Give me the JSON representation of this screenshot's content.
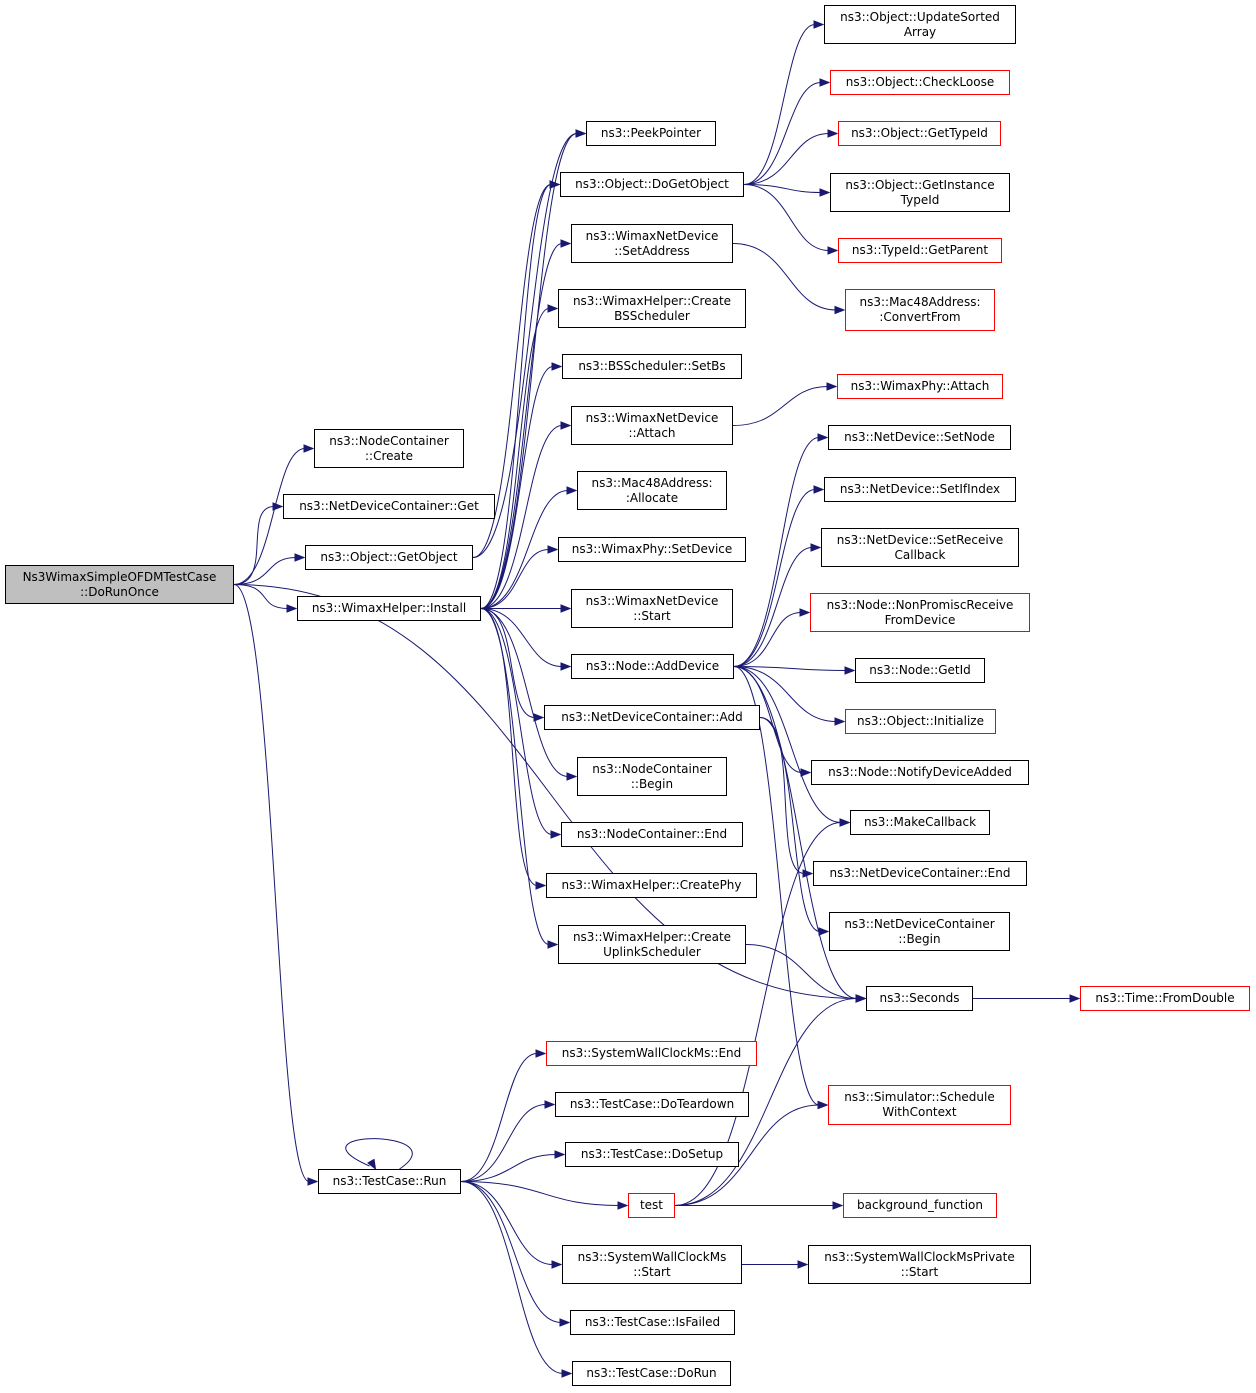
{
  "colors": {
    "edge": "#191970",
    "root_fill": "#bfbfbf",
    "node_border": "#000000",
    "external_border": "#ff0000"
  },
  "nodes": {
    "root": {
      "lines": [
        "Ns3WimaxSimpleOFDMTestCase",
        "::DoRunOnce"
      ],
      "kind": "root"
    },
    "nc_create": {
      "lines": [
        "ns3::NodeContainer",
        "::Create"
      ],
      "kind": "normal"
    },
    "ndc_get": {
      "lines": [
        "ns3::NetDeviceContainer::Get"
      ],
      "kind": "normal"
    },
    "obj_getobject": {
      "lines": [
        "ns3::Object::GetObject"
      ],
      "kind": "normal"
    },
    "wh_install": {
      "lines": [
        "ns3::WimaxHelper::Install"
      ],
      "kind": "normal"
    },
    "tc_run": {
      "lines": [
        "ns3::TestCase::Run"
      ],
      "kind": "normal"
    },
    "peekpointer": {
      "lines": [
        "ns3::PeekPointer"
      ],
      "kind": "normal"
    },
    "obj_dogetobject": {
      "lines": [
        "ns3::Object::DoGetObject"
      ],
      "kind": "normal"
    },
    "wnd_setaddress": {
      "lines": [
        "ns3::WimaxNetDevice",
        "::SetAddress"
      ],
      "kind": "normal"
    },
    "wh_createbs": {
      "lines": [
        "ns3::WimaxHelper::Create",
        "BSScheduler"
      ],
      "kind": "normal"
    },
    "bss_setbs": {
      "lines": [
        "ns3::BSScheduler::SetBs"
      ],
      "kind": "normal"
    },
    "wnd_attach": {
      "lines": [
        "ns3::WimaxNetDevice",
        "::Attach"
      ],
      "kind": "normal"
    },
    "mac_allocate": {
      "lines": [
        "ns3::Mac48Address:",
        ":Allocate"
      ],
      "kind": "normal"
    },
    "wphy_setdevice": {
      "lines": [
        "ns3::WimaxPhy::SetDevice"
      ],
      "kind": "normal"
    },
    "wnd_start": {
      "lines": [
        "ns3::WimaxNetDevice",
        "::Start"
      ],
      "kind": "normal"
    },
    "node_adddevice": {
      "lines": [
        "ns3::Node::AddDevice"
      ],
      "kind": "normal"
    },
    "ndc_add": {
      "lines": [
        "ns3::NetDeviceContainer::Add"
      ],
      "kind": "normal"
    },
    "nc_begin": {
      "lines": [
        "ns3::NodeContainer",
        "::Begin"
      ],
      "kind": "normal"
    },
    "nc_end": {
      "lines": [
        "ns3::NodeContainer::End"
      ],
      "kind": "normal"
    },
    "wh_createphy": {
      "lines": [
        "ns3::WimaxHelper::CreatePhy"
      ],
      "kind": "normal"
    },
    "wh_createul": {
      "lines": [
        "ns3::WimaxHelper::Create",
        "UplinkScheduler"
      ],
      "kind": "normal"
    },
    "swc_end": {
      "lines": [
        "ns3::SystemWallClockMs::End"
      ],
      "kind": "external"
    },
    "tc_doteardown": {
      "lines": [
        "ns3::TestCase::DoTeardown"
      ],
      "kind": "normal"
    },
    "tc_dosetup": {
      "lines": [
        "ns3::TestCase::DoSetup"
      ],
      "kind": "normal"
    },
    "test": {
      "lines": [
        "test"
      ],
      "kind": "external"
    },
    "swc_start": {
      "lines": [
        "ns3::SystemWallClockMs",
        "::Start"
      ],
      "kind": "normal"
    },
    "tc_isfailed": {
      "lines": [
        "ns3::TestCase::IsFailed"
      ],
      "kind": "normal"
    },
    "tc_dorun": {
      "lines": [
        "ns3::TestCase::DoRun"
      ],
      "kind": "normal"
    },
    "obj_updatesorted": {
      "lines": [
        "ns3::Object::UpdateSorted",
        "Array"
      ],
      "kind": "normal"
    },
    "obj_checkloose": {
      "lines": [
        "ns3::Object::CheckLoose"
      ],
      "kind": "external"
    },
    "obj_gettypeid": {
      "lines": [
        "ns3::Object::GetTypeId"
      ],
      "kind": "external"
    },
    "obj_getinstancetypeid": {
      "lines": [
        "ns3::Object::GetInstance",
        "TypeId"
      ],
      "kind": "normal"
    },
    "typeid_getparent": {
      "lines": [
        "ns3::TypeId::GetParent"
      ],
      "kind": "external"
    },
    "mac_convertfrom": {
      "lines": [
        "ns3::Mac48Address:",
        ":ConvertFrom"
      ],
      "kind": "external"
    },
    "wphy_attach": {
      "lines": [
        "ns3::WimaxPhy::Attach"
      ],
      "kind": "external"
    },
    "nd_setnode": {
      "lines": [
        "ns3::NetDevice::SetNode"
      ],
      "kind": "normal"
    },
    "nd_setifindex": {
      "lines": [
        "ns3::NetDevice::SetIfIndex"
      ],
      "kind": "normal"
    },
    "nd_setreceivecb": {
      "lines": [
        "ns3::NetDevice::SetReceive",
        "Callback"
      ],
      "kind": "normal"
    },
    "node_nonpromisc": {
      "lines": [
        "ns3::Node::NonPromiscReceive",
        "FromDevice"
      ],
      "kind": "external"
    },
    "node_getid": {
      "lines": [
        "ns3::Node::GetId"
      ],
      "kind": "normal"
    },
    "obj_initialize": {
      "lines": [
        "ns3::Object::Initialize"
      ],
      "kind": "external"
    },
    "node_notifydeviceadded": {
      "lines": [
        "ns3::Node::NotifyDeviceAdded"
      ],
      "kind": "normal"
    },
    "makecallback": {
      "lines": [
        "ns3::MakeCallback"
      ],
      "kind": "normal"
    },
    "ndc_end": {
      "lines": [
        "ns3::NetDeviceContainer::End"
      ],
      "kind": "normal"
    },
    "ndc_begin": {
      "lines": [
        "ns3::NetDeviceContainer",
        "::Begin"
      ],
      "kind": "normal"
    },
    "seconds": {
      "lines": [
        "ns3::Seconds"
      ],
      "kind": "normal"
    },
    "time_fromdouble": {
      "lines": [
        "ns3::Time::FromDouble"
      ],
      "kind": "external"
    },
    "sim_schedulewithcontext": {
      "lines": [
        "ns3::Simulator::Schedule",
        "WithContext"
      ],
      "kind": "external"
    },
    "background_function": {
      "lines": [
        "background_function"
      ],
      "kind": "external"
    },
    "swcp_start": {
      "lines": [
        "ns3::SystemWallClockMsPrivate",
        "::Start"
      ],
      "kind": "normal"
    }
  },
  "edges": [
    [
      "root",
      "nc_create"
    ],
    [
      "root",
      "ndc_get"
    ],
    [
      "root",
      "obj_getobject"
    ],
    [
      "root",
      "wh_install"
    ],
    [
      "root",
      "seconds"
    ],
    [
      "root",
      "tc_run"
    ],
    [
      "obj_getobject",
      "peekpointer"
    ],
    [
      "obj_getobject",
      "obj_dogetobject"
    ],
    [
      "wh_install",
      "peekpointer"
    ],
    [
      "wh_install",
      "obj_dogetobject"
    ],
    [
      "wh_install",
      "wnd_setaddress"
    ],
    [
      "wh_install",
      "wh_createbs"
    ],
    [
      "wh_install",
      "bss_setbs"
    ],
    [
      "wh_install",
      "wnd_attach"
    ],
    [
      "wh_install",
      "mac_allocate"
    ],
    [
      "wh_install",
      "wphy_setdevice"
    ],
    [
      "wh_install",
      "wnd_start"
    ],
    [
      "wh_install",
      "node_adddevice"
    ],
    [
      "wh_install",
      "ndc_add"
    ],
    [
      "wh_install",
      "nc_begin"
    ],
    [
      "wh_install",
      "nc_end"
    ],
    [
      "wh_install",
      "wh_createphy"
    ],
    [
      "wh_install",
      "wh_createul"
    ],
    [
      "obj_dogetobject",
      "obj_updatesorted"
    ],
    [
      "obj_dogetobject",
      "obj_checkloose"
    ],
    [
      "obj_dogetobject",
      "obj_gettypeid"
    ],
    [
      "obj_dogetobject",
      "obj_getinstancetypeid"
    ],
    [
      "obj_dogetobject",
      "typeid_getparent"
    ],
    [
      "wnd_setaddress",
      "mac_convertfrom"
    ],
    [
      "wnd_attach",
      "wphy_attach"
    ],
    [
      "node_adddevice",
      "nd_setnode"
    ],
    [
      "node_adddevice",
      "nd_setifindex"
    ],
    [
      "node_adddevice",
      "nd_setreceivecb"
    ],
    [
      "node_adddevice",
      "node_nonpromisc"
    ],
    [
      "node_adddevice",
      "node_getid"
    ],
    [
      "node_adddevice",
      "obj_initialize"
    ],
    [
      "node_adddevice",
      "node_notifydeviceadded"
    ],
    [
      "node_adddevice",
      "makecallback"
    ],
    [
      "node_adddevice",
      "seconds"
    ],
    [
      "node_adddevice",
      "sim_schedulewithcontext"
    ],
    [
      "ndc_add",
      "ndc_end"
    ],
    [
      "ndc_add",
      "ndc_begin"
    ],
    [
      "wh_createul",
      "seconds"
    ],
    [
      "seconds",
      "time_fromdouble"
    ],
    [
      "tc_run",
      "tc_run"
    ],
    [
      "tc_run",
      "swc_end"
    ],
    [
      "tc_run",
      "tc_doteardown"
    ],
    [
      "tc_run",
      "tc_dosetup"
    ],
    [
      "tc_run",
      "test"
    ],
    [
      "tc_run",
      "swc_start"
    ],
    [
      "tc_run",
      "tc_isfailed"
    ],
    [
      "tc_run",
      "tc_dorun"
    ],
    [
      "test",
      "makecallback"
    ],
    [
      "test",
      "seconds"
    ],
    [
      "test",
      "sim_schedulewithcontext"
    ],
    [
      "test",
      "background_function"
    ],
    [
      "swc_start",
      "swcp_start"
    ]
  ]
}
